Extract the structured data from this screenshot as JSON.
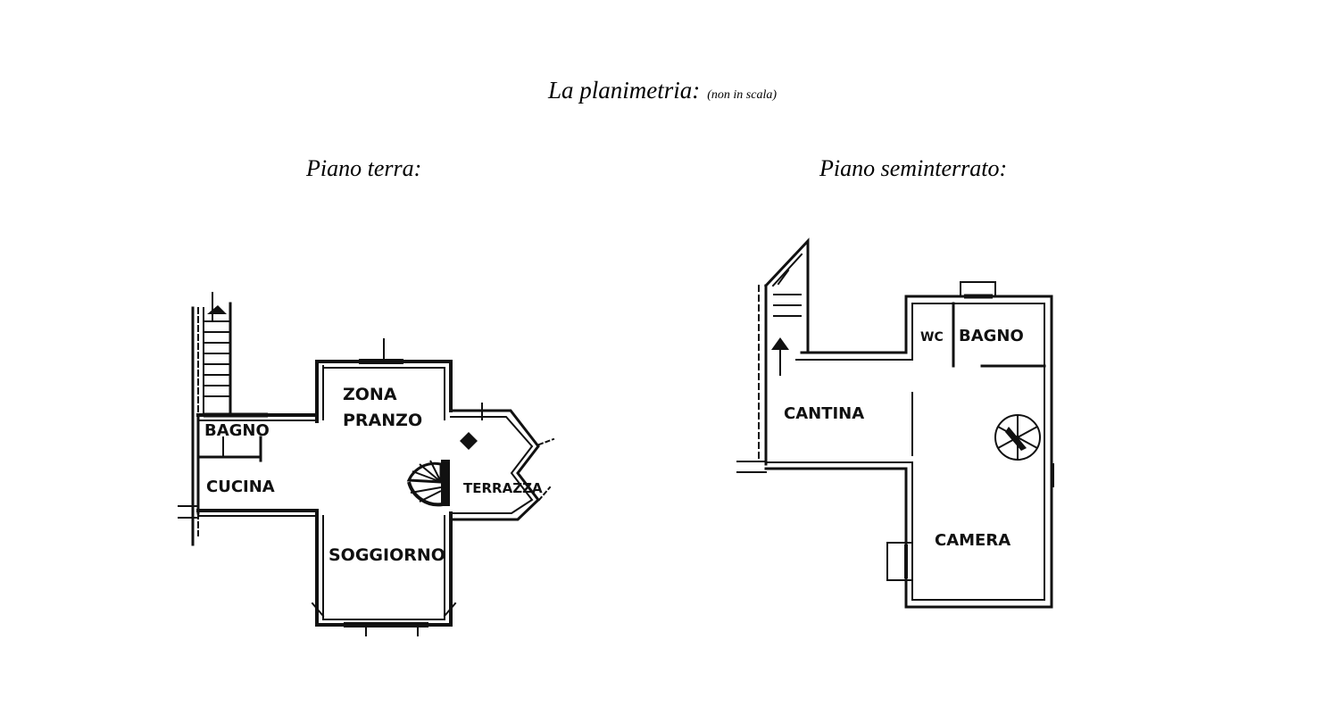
{
  "header": {
    "title": "La planimetria:",
    "subtitle": "(non in scala)"
  },
  "floors": [
    {
      "title": "Piano terra:",
      "rooms": {
        "zona_line1": "ZONA",
        "zona_line2": "PRANZO",
        "bagno": "BAGNO",
        "cucina": "CUCINA",
        "terrazza": "TERRAZZA",
        "soggiorno": "SOGGIORNO"
      }
    },
    {
      "title": "Piano seminterrato:",
      "rooms": {
        "wc": "WC",
        "bagno": "BAGNO",
        "cantina": "CANTINA",
        "camera": "CAMERA"
      }
    }
  ],
  "colors": {
    "ink": "#111111",
    "background": "#ffffff"
  }
}
